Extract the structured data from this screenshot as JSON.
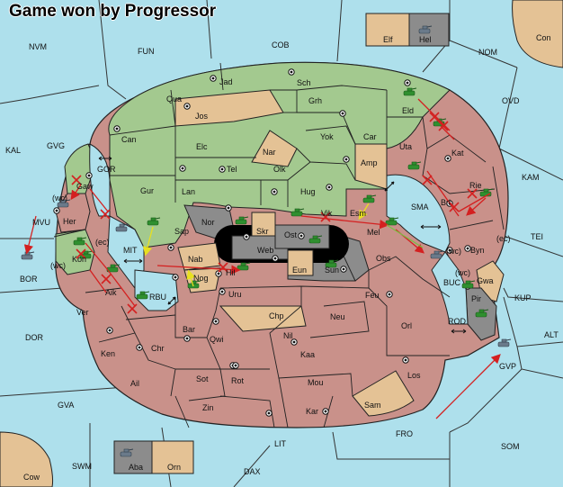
{
  "title": "Game won by Progressor",
  "colors": {
    "sea": "#aee0ec",
    "green": "#a3c98f",
    "red": "#c9918a",
    "tan": "#e4c295",
    "gray": "#8c8c8c",
    "border": "#222222",
    "arrow": "#d42020",
    "yellow": "#e8e020"
  },
  "labels": {
    "nvm": "NVM",
    "fun": "FUN",
    "cob": "COB",
    "nom": "NOM",
    "con": "Con",
    "elf": "Elf",
    "hel": "Hel",
    "ovd": "OVD",
    "kal": "KAL",
    "gvg": "GVG",
    "gor": "GOR",
    "kam": "KAM",
    "sma": "SMA",
    "tei": "TEI",
    "mvu": "MVU",
    "bor": "BOR",
    "mit": "MIT",
    "rbu": "RBU",
    "buc": "BUC",
    "kup": "KUP",
    "rod": "ROD",
    "alt": "ALT",
    "dor": "DOR",
    "gvp": "GVP",
    "gva": "GVA",
    "fro": "FRO",
    "som": "SOM",
    "lit": "LIT",
    "swm": "SWM",
    "dax": "DAX",
    "cow": "Cow",
    "aba": "Aba",
    "orn": "Orn",
    "jad": "Jad",
    "sch": "Sch",
    "qua": "Qua",
    "jos": "Jos",
    "grh": "Grh",
    "eld": "Eld",
    "can": "Can",
    "yok": "Yok",
    "car": "Car",
    "elc": "Elc",
    "nar": "Nar",
    "uta": "Uta",
    "kat": "Kat",
    "tel": "Tel",
    "olk": "Olk",
    "amp": "Amp",
    "gaw": "Gaw",
    "gur": "Gur",
    "lan": "Lan",
    "hug": "Hug",
    "bri": "Bri",
    "rie": "Rie",
    "her": "Her",
    "vik": "Vik",
    "esm": "Esm",
    "nor": "Nor",
    "skr": "Skr",
    "sap": "Sap",
    "ost": "Ost",
    "web": "Web",
    "mel": "Mel",
    "byn": "Byn",
    "kon": "Kon",
    "nab": "Nab",
    "eun": "Eun",
    "obs": "Obs",
    "sun": "Sun",
    "hil": "Hil",
    "nog": "Nog",
    "gwa": "Gwa",
    "aik": "Aik",
    "uru": "Uru",
    "feu": "Feu",
    "pir": "Pir",
    "ver": "Ver",
    "chp": "Chp",
    "neu": "Neu",
    "orl": "Orl",
    "bar": "Bar",
    "qwi": "Qwi",
    "nil": "Nil",
    "ken": "Ken",
    "chr": "Chr",
    "kaa": "Kaa",
    "ail": "Ail",
    "sot": "Sot",
    "rot": "Rot",
    "mou": "Mou",
    "los": "Los",
    "zin": "Zin",
    "kar": "Kar",
    "sam": "Sam",
    "wc": "(wc)",
    "ec": "(ec)"
  }
}
